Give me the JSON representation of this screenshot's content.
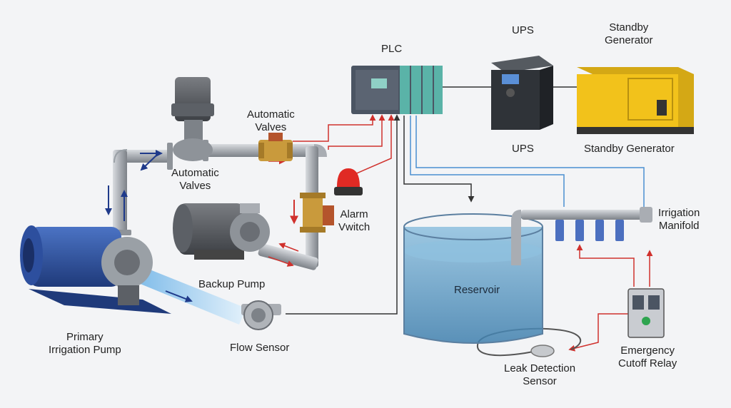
{
  "labels": {
    "plc": "PLC",
    "ups_top": "UPS",
    "ups_bottom": "UPS",
    "generator_top": [
      "Standby",
      "Generator"
    ],
    "generator_bottom": "Standby Generator",
    "auto_valves_top": [
      "Automatic",
      "Valves"
    ],
    "auto_valves_left": [
      "Automatic",
      "Valves"
    ],
    "alarm": [
      "Alarm",
      "Vwitch"
    ],
    "backup_pump": "Backup Pump",
    "primary_pump": [
      "Primary",
      "Irrigation Pump"
    ],
    "flow_sensor": "Flow Sensor",
    "reservoir": "Reservoir",
    "manifold": [
      "Irrigation",
      "Manifold"
    ],
    "leak_sensor": [
      "Leak Detection",
      "Sensor"
    ],
    "relay": [
      "Emergency",
      "Cutoff Relay"
    ]
  },
  "colors": {
    "pipe": "#a9adb3",
    "signal_red": "#d0312d",
    "signal_blue": "#4a8fd0",
    "flow_arrow": "#1f3a8a",
    "water": "#6aa7cf",
    "generator": "#f2c21b",
    "motor_blue": "#2d4f9e",
    "wire": "#333333"
  }
}
